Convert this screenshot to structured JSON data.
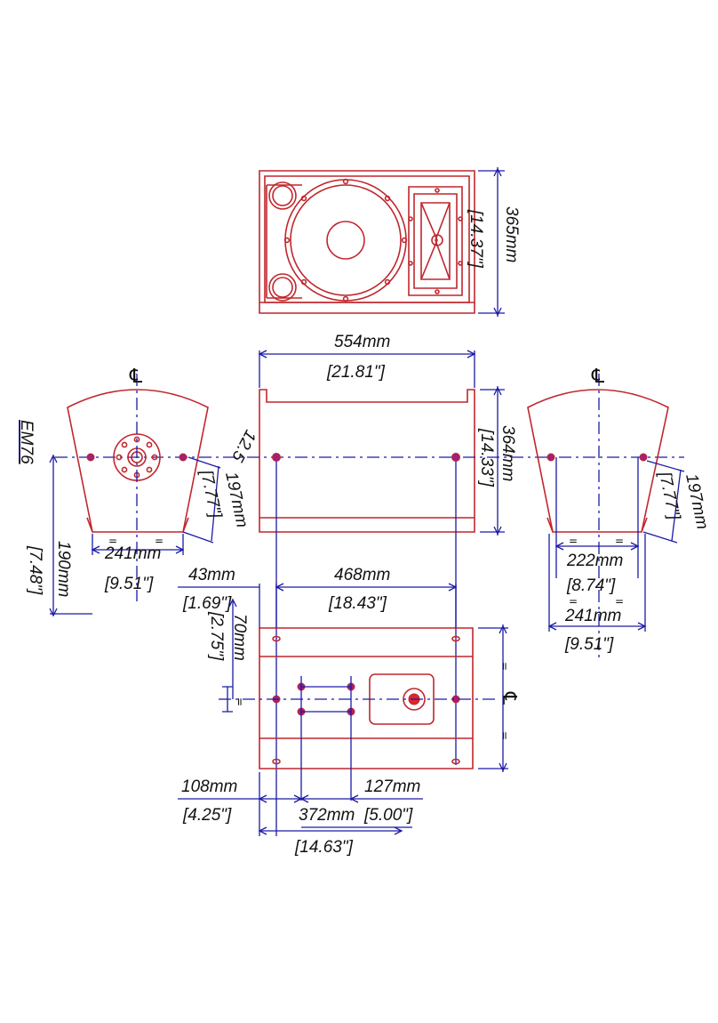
{
  "model": "EM76",
  "centerline_symbol": "℄",
  "equal_mark": "=",
  "colors": {
    "outline": "#c0272d",
    "dimension": "#1a1aa6",
    "text": "#111111",
    "point": "#a0207a"
  },
  "front_view": {
    "height_mm": "365mm",
    "height_in": "[14.37\"]"
  },
  "top_view": {
    "width_mm": "554mm",
    "width_in": "[21.81\"]",
    "depth_mm": "364mm",
    "depth_in": "[14.33\"]"
  },
  "left_side_view": {
    "offset": "12.5",
    "depth_mm": "197mm",
    "depth_in": "[7.77\"]",
    "width_mm": "241mm",
    "width_in": "[9.51\"]",
    "height_mm": "190mm",
    "height_in": "[7.48\"]"
  },
  "right_side_view": {
    "depth_mm": "197mm",
    "depth_in": "[7.77\"]",
    "inner_mm": "222mm",
    "inner_in": "[8.74\"]",
    "width_mm": "241mm",
    "width_in": "[9.51\"]"
  },
  "bottom_view": {
    "edge_mm": "43mm",
    "edge_in": "[1.69\"]",
    "span_mm": "468mm",
    "span_in": "[18.43\"]",
    "vert_mm": "70mm",
    "vert_in": "[2.75\"]",
    "a_mm": "108mm",
    "a_in": "[4.25\"]",
    "b_mm": "127mm",
    "b_in": "[5.00\"]",
    "c_mm": "372mm",
    "c_in": "[14.63\"]"
  }
}
